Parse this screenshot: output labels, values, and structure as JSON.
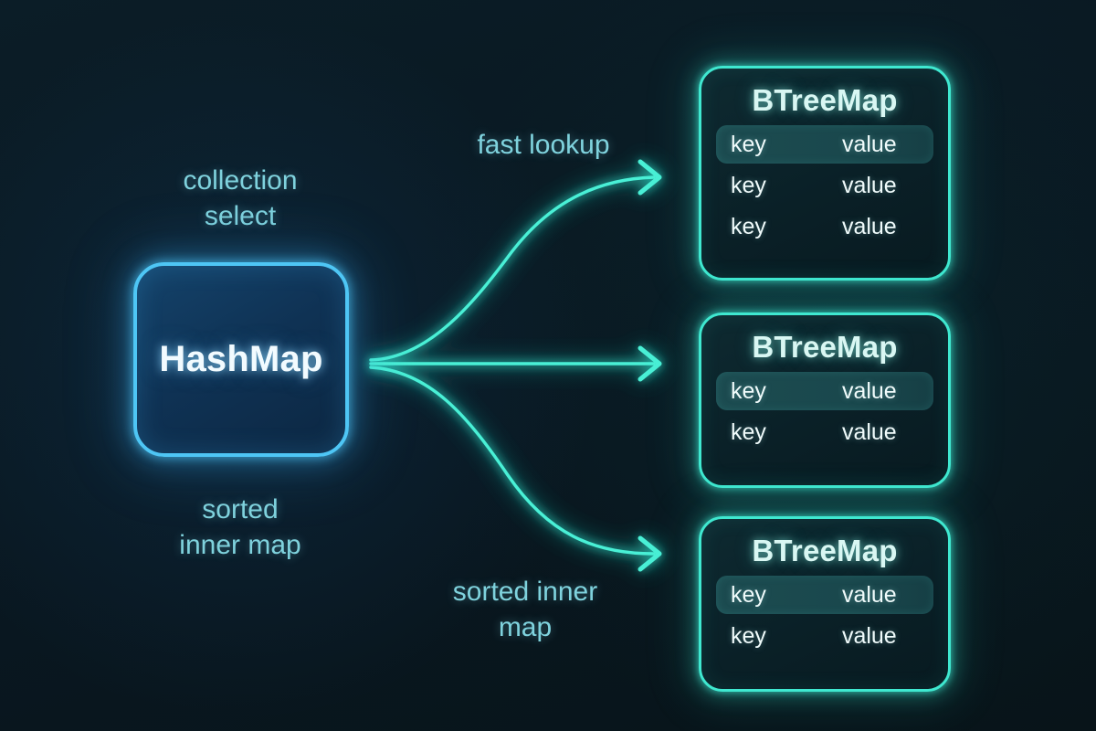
{
  "theme": {
    "background": "#0a1a24",
    "hashmap_accent": "#4ec6f5",
    "btree_accent": "#3fe8d0",
    "caption_color": "#7fd2dd",
    "title_color": "#d9f7f3",
    "row_highlight": "#1c4b50"
  },
  "source_node": {
    "label": "HashMap",
    "caption_above": "collection\nselect",
    "caption_below": "sorted\ninner map"
  },
  "edges": [
    {
      "id": "edge-top",
      "label": "fast lookup",
      "from": "HashMap",
      "to": "BTreeMap"
    },
    {
      "id": "edge-middle",
      "label": "",
      "from": "HashMap",
      "to": "BTreeMap"
    },
    {
      "id": "edge-bottom",
      "label": "sorted inner\nmap",
      "from": "HashMap",
      "to": "BTreeMap"
    }
  ],
  "targets": [
    {
      "title": "BTreeMap",
      "rows": [
        {
          "key": "key",
          "value": "value",
          "highlighted": true
        },
        {
          "key": "key",
          "value": "value",
          "highlighted": false
        },
        {
          "key": "key",
          "value": "value",
          "highlighted": false
        }
      ]
    },
    {
      "title": "BTreeMap",
      "rows": [
        {
          "key": "key",
          "value": "value",
          "highlighted": true
        },
        {
          "key": "key",
          "value": "value",
          "highlighted": false
        }
      ]
    },
    {
      "title": "BTreeMap",
      "rows": [
        {
          "key": "key",
          "value": "value",
          "highlighted": true
        },
        {
          "key": "key",
          "value": "value",
          "highlighted": false
        }
      ]
    }
  ]
}
